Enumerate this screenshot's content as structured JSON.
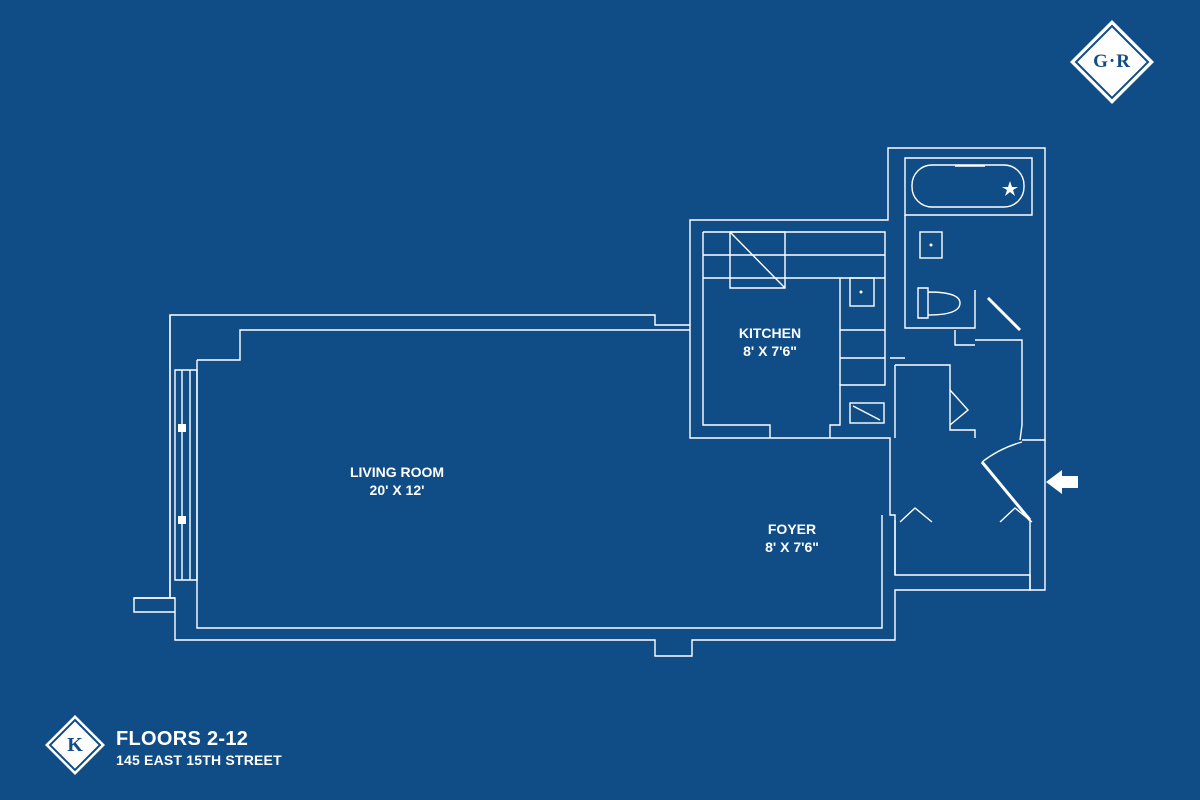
{
  "brand": {
    "logo_text": "G·R"
  },
  "rooms": {
    "kitchen": {
      "name": "KITCHEN",
      "dims": "8' X 7'6\""
    },
    "living": {
      "name": "LIVING ROOM",
      "dims": "20' X 12'"
    },
    "foyer": {
      "name": "FOYER",
      "dims": "8' X 7'6\""
    }
  },
  "footer": {
    "badge_letter": "K",
    "title": "FLOORS 2-12",
    "address": "145 EAST 15TH STREET"
  },
  "colors": {
    "background": "#104d86",
    "line": "#ffffff"
  },
  "icons": [
    "entry-arrow-icon",
    "g-r-logo-icon",
    "k-badge-icon"
  ]
}
